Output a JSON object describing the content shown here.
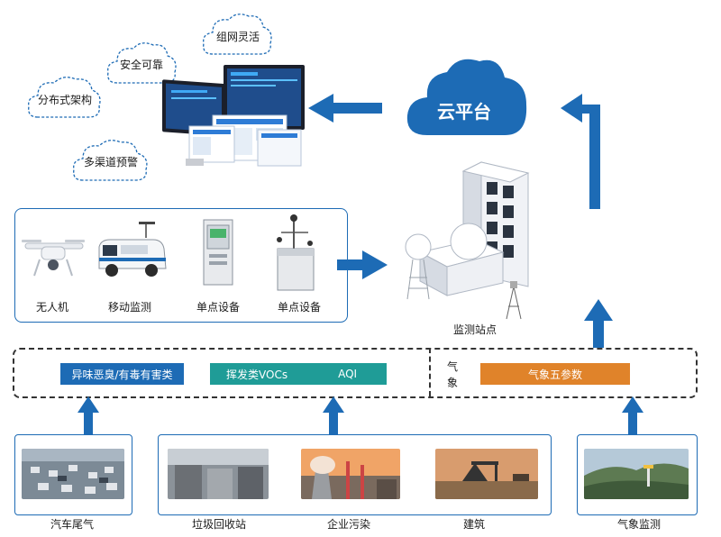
{
  "bubbles": {
    "zuwang": "组网灵活",
    "anquan": "安全可靠",
    "fenbu": "分布式架构",
    "duoqudao": "多渠道预警"
  },
  "cloud": {
    "label": "云平台"
  },
  "station": {
    "label": "监测站点"
  },
  "devices": [
    {
      "label": "无人机"
    },
    {
      "label": "移动监测"
    },
    {
      "label": "单点设备"
    },
    {
      "label": "单点设备"
    }
  ],
  "tags": {
    "odor": "异味恶臭/有毒有害类",
    "vocs": "挥发类VOCs",
    "aqi": "AQI",
    "qixiang": "气象",
    "five": "气象五参数"
  },
  "sources": [
    {
      "label": "汽车尾气"
    },
    {
      "label": "垃圾回收站"
    },
    {
      "label": "企业污染"
    },
    {
      "label": "建筑"
    },
    {
      "label": "气象监测"
    }
  ],
  "colors": {
    "arrow": "#1d6bb5",
    "cloud": "#1d6bb5",
    "tag_blue": "#1d6bb5",
    "tag_teal": "#1f9c97",
    "tag_orange": "#e0832a"
  }
}
